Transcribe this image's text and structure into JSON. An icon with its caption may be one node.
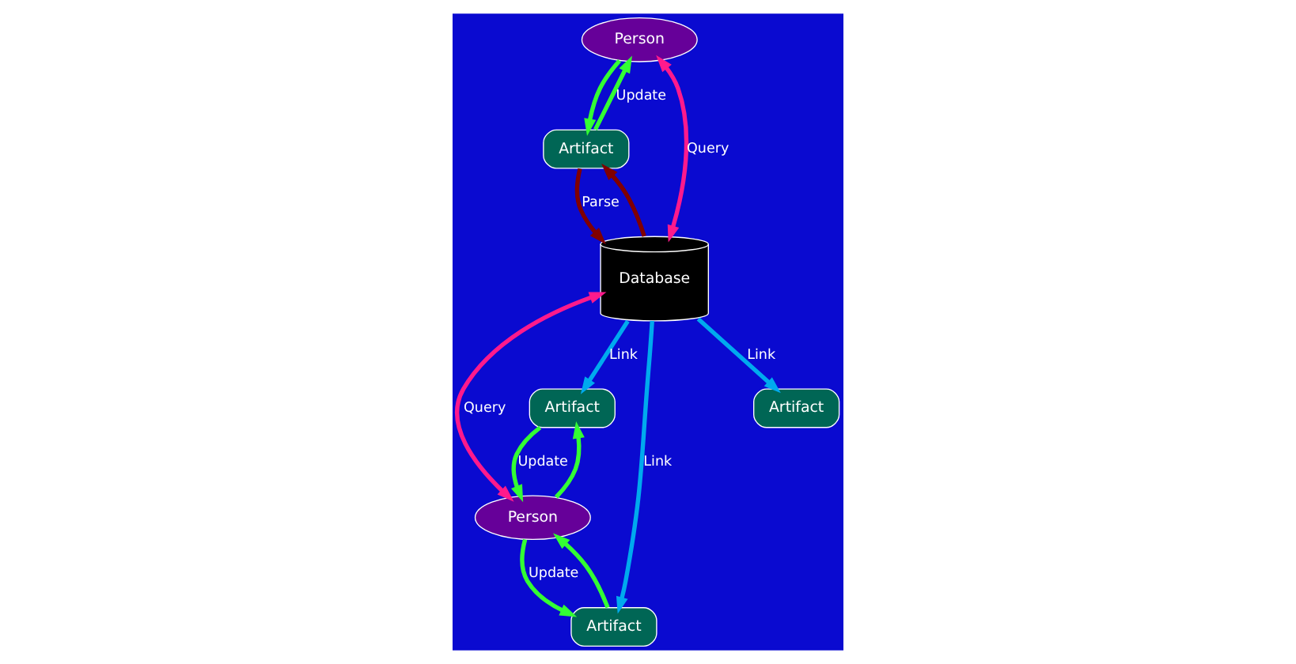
{
  "diagram": {
    "nodes": [
      {
        "text": [
          "Person"
        ]
      },
      {
        "text": [
          "Artifact"
        ]
      },
      {
        "text": [
          "Person"
        ]
      },
      {
        "text": [
          "Artifact"
        ]
      },
      {
        "text": [
          "Database"
        ]
      },
      {
        "text": [
          "Artifact"
        ]
      },
      {
        "text": [
          "Artifact"
        ]
      }
    ],
    "edges": [
      {
        "from": 3,
        "to": 0,
        "arrow": "to",
        "color": "#33ff33",
        "label": "Update"
      },
      {
        "from": 0,
        "to": 3,
        "arrow": "to",
        "color": "#33ff33"
      },
      {
        "from": 0,
        "to": 4,
        "arrow": "both",
        "color": "#ff1a8c",
        "label": "Query"
      },
      {
        "from": 4,
        "to": 1,
        "arrow": "to",
        "color": "#00aaee",
        "label": "Link"
      },
      {
        "from": 1,
        "to": 2,
        "arrow": "to",
        "color": "#33ff33",
        "label": "Update"
      },
      {
        "from": 2,
        "to": 1,
        "arrow": "to",
        "color": "#33ff33"
      },
      {
        "from": 2,
        "to": 4,
        "arrow": "both",
        "color": "#ff1a8c",
        "label": "Query"
      },
      {
        "from": 2,
        "to": 5,
        "arrow": "to",
        "color": "#33ff33",
        "label": "Update"
      },
      {
        "from": 5,
        "to": 2,
        "arrow": "to",
        "color": "#33ff33"
      },
      {
        "from": 4,
        "to": 5,
        "arrow": "to",
        "color": "#00aaee",
        "label": "Link"
      },
      {
        "from": 3,
        "to": 4,
        "arrow": "to",
        "color": "#800000",
        "label": "Parse"
      },
      {
        "from": 4,
        "to": 3,
        "arrow": "to",
        "color": "#800000"
      },
      {
        "from": 4,
        "to": 6,
        "arrow": "to",
        "color": "#00aaee",
        "label": "Link"
      }
    ]
  }
}
